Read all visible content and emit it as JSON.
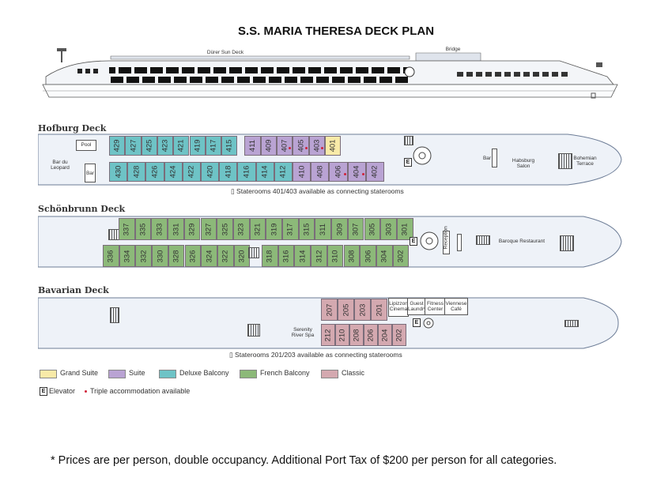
{
  "title": "S.S.  MARIA THERESA DECK PLAN",
  "ship_labels": {
    "sun_deck": "Dürer Sun Deck",
    "bridge": "Bridge"
  },
  "decks": {
    "hofburg": {
      "name": "Hofburg Deck",
      "areas": {
        "pool": "Pool",
        "bar_du_leopard": "Bar du Leopard",
        "bar_left": "Bar",
        "bar_right": "Bar",
        "salon": "Habsburg Salon",
        "terrace": "Bohemian Terrace"
      },
      "top_row": [
        {
          "num": "429",
          "cat": "deluxe"
        },
        {
          "num": "427",
          "cat": "deluxe"
        },
        {
          "num": "425",
          "cat": "deluxe"
        },
        {
          "num": "423",
          "cat": "deluxe"
        },
        {
          "num": "421",
          "cat": "deluxe"
        },
        {
          "num": "419",
          "cat": "deluxe"
        },
        {
          "num": "417",
          "cat": "deluxe"
        },
        {
          "num": "415",
          "cat": "deluxe"
        },
        {
          "num": "411",
          "cat": "suite"
        },
        {
          "num": "409",
          "cat": "suite"
        },
        {
          "num": "407",
          "cat": "suite",
          "triple": true
        },
        {
          "num": "405",
          "cat": "suite",
          "triple": true
        },
        {
          "num": "403",
          "cat": "suite",
          "triple": true
        },
        {
          "num": "401",
          "cat": "grand"
        }
      ],
      "bottom_row": [
        {
          "num": "430",
          "cat": "deluxe"
        },
        {
          "num": "428",
          "cat": "deluxe"
        },
        {
          "num": "426",
          "cat": "deluxe"
        },
        {
          "num": "424",
          "cat": "deluxe"
        },
        {
          "num": "422",
          "cat": "deluxe"
        },
        {
          "num": "420",
          "cat": "deluxe"
        },
        {
          "num": "418",
          "cat": "deluxe"
        },
        {
          "num": "416",
          "cat": "deluxe"
        },
        {
          "num": "414",
          "cat": "deluxe"
        },
        {
          "num": "412",
          "cat": "deluxe"
        },
        {
          "num": "410",
          "cat": "suite"
        },
        {
          "num": "408",
          "cat": "suite"
        },
        {
          "num": "406",
          "cat": "suite",
          "triple": true
        },
        {
          "num": "404",
          "cat": "suite",
          "triple": true
        },
        {
          "num": "402",
          "cat": "suite"
        }
      ],
      "note": "Staterooms 401/403 available as connecting staterooms"
    },
    "schonbrunn": {
      "name": "Schönbrunn Deck",
      "areas": {
        "reception": "Reception",
        "restaurant": "Baroque Restaurant"
      },
      "top_row": [
        "337",
        "335",
        "333",
        "331",
        "329",
        "327",
        "325",
        "323",
        "321",
        "319",
        "317",
        "315",
        "311",
        "309",
        "307",
        "305",
        "303",
        "301"
      ],
      "bottom_row_left": [
        "336",
        "334",
        "332",
        "330",
        "328",
        "326",
        "324",
        "322",
        "320"
      ],
      "bottom_row_right": [
        "318",
        "316",
        "314",
        "312",
        "310",
        "308",
        "306",
        "304",
        "302"
      ]
    },
    "bavarian": {
      "name": "Bavarian Deck",
      "areas": {
        "spa": "Serenity River Spa",
        "cinema": "Lipizzon Cinema",
        "laundry": "Guest Laundry",
        "fitness": "Fitness Center",
        "cafe": "Viennese Café"
      },
      "top_row": [
        "207",
        "205",
        "203",
        "201"
      ],
      "bottom_row": [
        "212",
        "210",
        "208",
        "206",
        "204",
        "202"
      ],
      "note": "Staterooms 201/203 available as connecting staterooms"
    }
  },
  "legend": {
    "grand": "Grand Suite",
    "suite": "Suite",
    "deluxe": "Deluxe Balcony",
    "french": "French Balcony",
    "classic": "Classic",
    "elevator": "Elevator",
    "triple": "Triple accommodation available",
    "elevator_symbol": "E"
  },
  "footer": "* Prices are per person, double occupancy. Additional Port Tax of $200 per person for all categories."
}
